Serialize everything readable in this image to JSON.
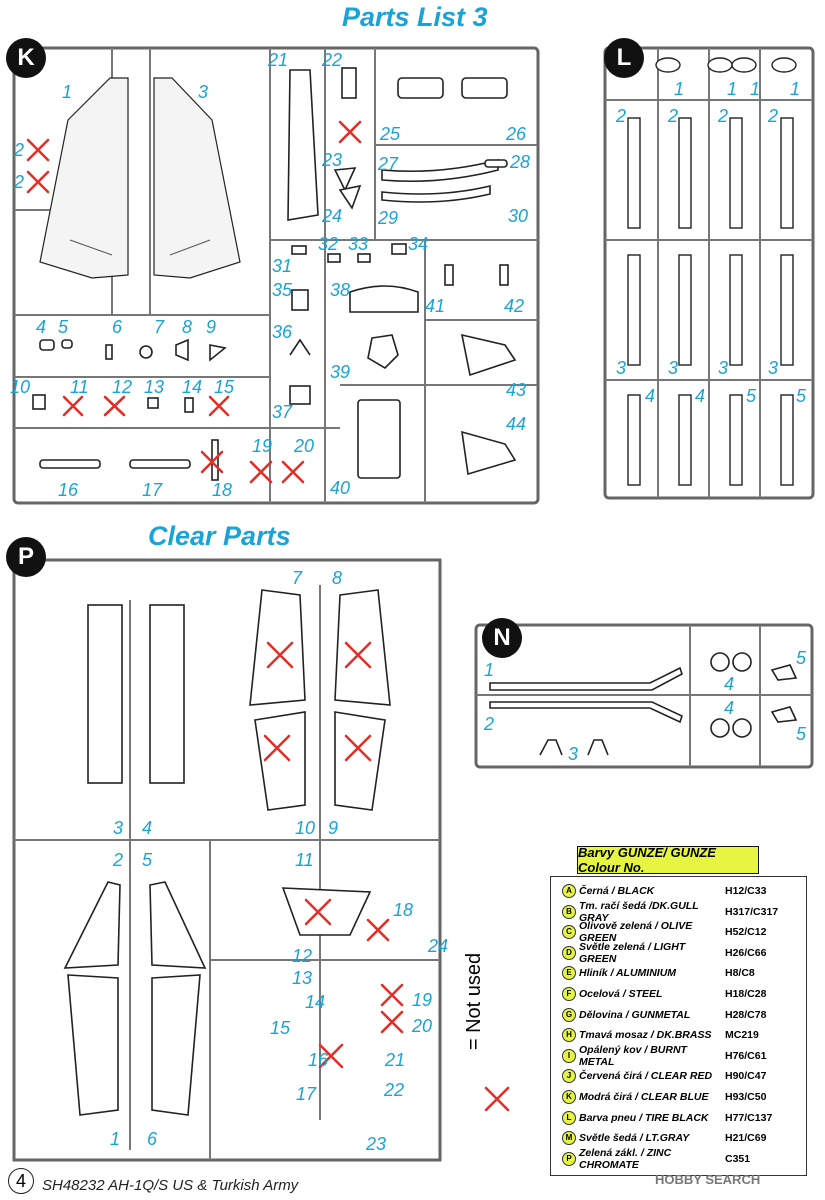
{
  "titles": {
    "parts_list": "Parts List 3",
    "clear_parts": "Clear Parts"
  },
  "badges": {
    "k": "K",
    "l": "L",
    "p": "P",
    "n": "N"
  },
  "legend": {
    "header": "Barvy GUNZE/ GUNZE Colour No.",
    "colors": [
      {
        "letter": "A",
        "name": "Černá / BLACK",
        "code": "H12/C33"
      },
      {
        "letter": "B",
        "name": "Tm. račí šedá /DK.GULL GRAY",
        "code": "H317/C317"
      },
      {
        "letter": "C",
        "name": "Olivově zelená / OLIVE GREEN",
        "code": "H52/C12"
      },
      {
        "letter": "D",
        "name": "Světle zelená / LIGHT GREEN",
        "code": "H26/C66"
      },
      {
        "letter": "E",
        "name": "Hliník / ALUMINIUM",
        "code": "H8/C8"
      },
      {
        "letter": "F",
        "name": "Ocelová / STEEL",
        "code": "H18/C28"
      },
      {
        "letter": "G",
        "name": "Dělovina / GUNMETAL",
        "code": "H28/C78"
      },
      {
        "letter": "H",
        "name": "Tmavá mosaz / DK.BRASS",
        "code": "MC219"
      },
      {
        "letter": "I",
        "name": "Opálený kov / BURNT METAL",
        "code": "H76/C61"
      },
      {
        "letter": "J",
        "name": "Červená čirá / CLEAR RED",
        "code": "H90/C47"
      },
      {
        "letter": "K",
        "name": "Modrá čirá / CLEAR BLUE",
        "code": "H93/C50"
      },
      {
        "letter": "L",
        "name": "Barva pneu / TIRE BLACK",
        "code": "H77/C137"
      },
      {
        "letter": "M",
        "name": "Světle šedá / LT.GRAY",
        "code": "H21/C69"
      },
      {
        "letter": "P",
        "name": "Zelená zákl. / ZINC CHROMATE",
        "code": "C351"
      }
    ]
  },
  "not_used_label": "= Not used",
  "footer": {
    "page": "4",
    "text": "SH48232 AH-1Q/S US & Turkish Army"
  },
  "watermark": "HOBBY SEARCH",
  "colors": {
    "accent": "#1aa3d6",
    "cross": "#e0302a",
    "legend_bg": "#e6f542"
  },
  "k_numbers": [
    "1",
    "2",
    "2",
    "3",
    "4",
    "5",
    "6",
    "7",
    "8",
    "9",
    "10",
    "11",
    "12",
    "13",
    "14",
    "15",
    "16",
    "17",
    "18",
    "19",
    "20",
    "21",
    "22",
    "23",
    "24",
    "25",
    "26",
    "27",
    "28",
    "29",
    "30",
    "31",
    "32",
    "33",
    "34",
    "35",
    "36",
    "37",
    "38",
    "39",
    "40",
    "41",
    "42",
    "43",
    "44"
  ],
  "l_numbers": [
    "1",
    "1",
    "1",
    "1",
    "2",
    "2",
    "2",
    "2",
    "3",
    "3",
    "3",
    "3",
    "4",
    "4",
    "5",
    "5"
  ],
  "p_numbers": [
    "7",
    "8",
    "3",
    "4",
    "2",
    "5",
    "10",
    "9",
    "11",
    "18",
    "12",
    "13",
    "14",
    "15",
    "16",
    "17",
    "19",
    "20",
    "21",
    "22",
    "23",
    "24",
    "1",
    "6"
  ],
  "n_numbers": [
    "1",
    "2",
    "3",
    "4",
    "4",
    "5",
    "5"
  ]
}
